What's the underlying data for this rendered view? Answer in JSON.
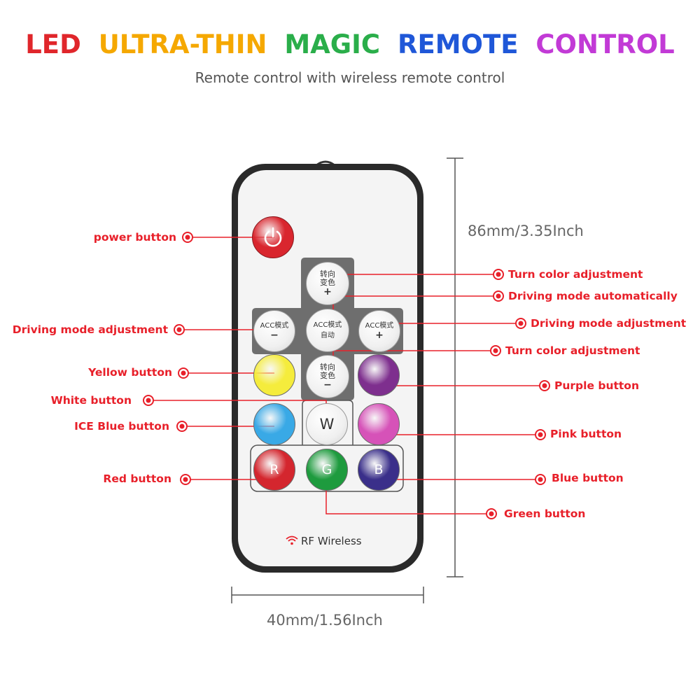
{
  "title": {
    "words": [
      {
        "text": "LED",
        "color": "#e0262b"
      },
      {
        "text": "ULTRA-THIN",
        "color": "#f5a800"
      },
      {
        "text": "MAGIC",
        "color": "#2aae4a"
      },
      {
        "text": "REMOTE",
        "color": "#1f57d8"
      },
      {
        "text": "CONTROL",
        "color": "#c23ad6"
      }
    ]
  },
  "subtitle": "Remote control with wireless remote control",
  "dimensions": {
    "height": "86mm/3.35Inch",
    "width": "40mm/1.56Inch"
  },
  "remote": {
    "brand_text": "RF Wireless",
    "buttons": {
      "turn_up": {
        "line1": "转向",
        "line2": "变色",
        "symbol": "+"
      },
      "acc_left": {
        "line1": "ACC模式",
        "symbol": "−"
      },
      "acc_center": {
        "line1": "ACC模式",
        "line2": "自动"
      },
      "acc_right": {
        "line1": "ACC模式",
        "symbol": "+"
      },
      "turn_down": {
        "line1": "转向",
        "line2": "变色",
        "symbol": "−"
      },
      "white": "W",
      "red": "R",
      "green": "G",
      "blue": "B"
    },
    "colors": {
      "power": "#d9262e",
      "yellow": "#f5ec3c",
      "purple": "#7e2f8e",
      "ice_blue": "#39a9e6",
      "pink": "#d652b8",
      "red": "#d4262e",
      "green": "#1e9b3e",
      "blue": "#3a2f8a"
    }
  },
  "labels": {
    "power": "power button",
    "turn_color_top": "Turn color adjustment",
    "driving_auto": "Driving mode automatically",
    "driving_left": "Driving mode adjustment",
    "driving_right": "Driving mode adjustment",
    "turn_color_bottom": "Turn color adjustment",
    "yellow": "Yellow button",
    "purple": "Purple button",
    "white": "White button",
    "ice_blue": "ICE Blue button",
    "pink": "Pink button",
    "red": "Red button",
    "blue": "Blue button",
    "green": "Green button"
  },
  "accent_color": "#e8202a"
}
